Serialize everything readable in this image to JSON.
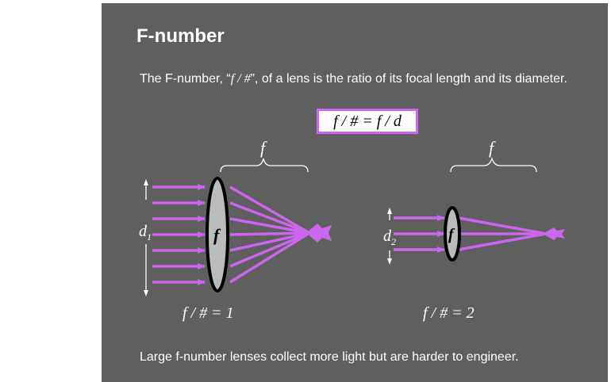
{
  "slide": {
    "title": "F-number",
    "description_pre": "The F-number, “",
    "description_fnum": "f / #",
    "description_post": "”, of a lens is the ratio of its focal length and its diameter.",
    "formula": "f / #  =  f / d",
    "footer": "Large f-number lenses collect more light but are harder to engineer."
  },
  "diagram": {
    "lens1": {
      "focal_label": "f",
      "lens_label": "f",
      "diameter_label": "d",
      "diameter_subscript": "1",
      "caption": "f / #  = 1"
    },
    "lens2": {
      "focal_label": "f",
      "lens_label": "f",
      "diameter_label": "d",
      "diameter_subscript": "2",
      "caption": "f / #  = 2"
    }
  },
  "colors": {
    "background": "#5f5f5f",
    "ray": "#cc66ee",
    "lens_fill": "#bbbbbb",
    "lens_stroke": "#000000",
    "text": "#ffffff"
  }
}
